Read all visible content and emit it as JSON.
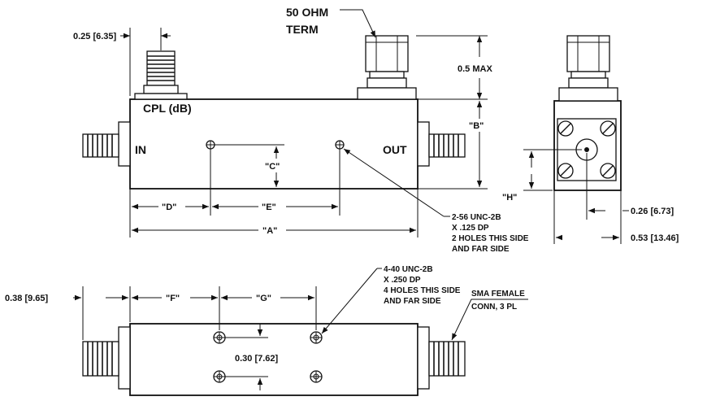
{
  "labels": {
    "term_line1": "50 OHM",
    "term_line2": "TERM",
    "cpl": "CPL (dB)",
    "in": "IN",
    "out": "OUT",
    "dim_025": "0.25 [6.35]",
    "dim_05max": "0.5 MAX",
    "dim_B": "\"B\"",
    "dim_C": "\"C\"",
    "dim_D": "\"D\"",
    "dim_E": "\"E\"",
    "dim_A": "\"A\"",
    "dim_H": "\"H\"",
    "dim_026": "0.26 [6.73]",
    "dim_053": "0.53 [13.46]",
    "dim_038": "0.38 [9.65]",
    "dim_F": "\"F\"",
    "dim_G": "\"G\"",
    "dim_030": "0.30 [7.62]"
  },
  "notes": {
    "holes_256": [
      "2-56 UNC-2B",
      "X .125 DP",
      "2 HOLES THIS SIDE",
      "AND FAR SIDE"
    ],
    "holes_440": [
      "4-40 UNC-2B",
      "X .250 DP",
      "4 HOLES THIS SIDE",
      "AND FAR SIDE"
    ],
    "sma": [
      "SMA FEMALE",
      "CONN, 3 PL"
    ]
  }
}
